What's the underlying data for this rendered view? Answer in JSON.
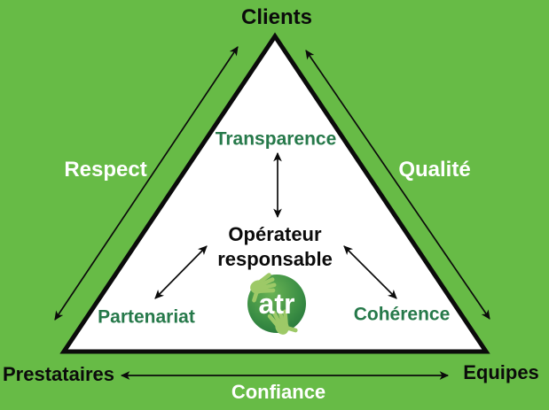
{
  "colors": {
    "background_green": "#67bb46",
    "triangle_fill": "#ffffff",
    "outline_black": "#0b0b0b",
    "inner_text_green": "#26794a",
    "edge_text_white": "#ffffff",
    "logo_circle_dark_green": "#1f6f38",
    "logo_circle_light_green": "#6ab354",
    "logo_hand_green": "#9dc967"
  },
  "triangle": {
    "vertices": {
      "top": "Clients",
      "bottom_left": "Prestataires",
      "bottom_right": "Equipes"
    },
    "edge_values": {
      "left": "Respect",
      "right": "Qualité",
      "bottom": "Confiance"
    },
    "inner_values": {
      "top": "Transparence",
      "bottom_left": "Partenariat",
      "bottom_right": "Cohérence"
    },
    "center": {
      "line1": "Opérateur",
      "line2": "responsable"
    }
  },
  "logo": {
    "text": "atr"
  }
}
